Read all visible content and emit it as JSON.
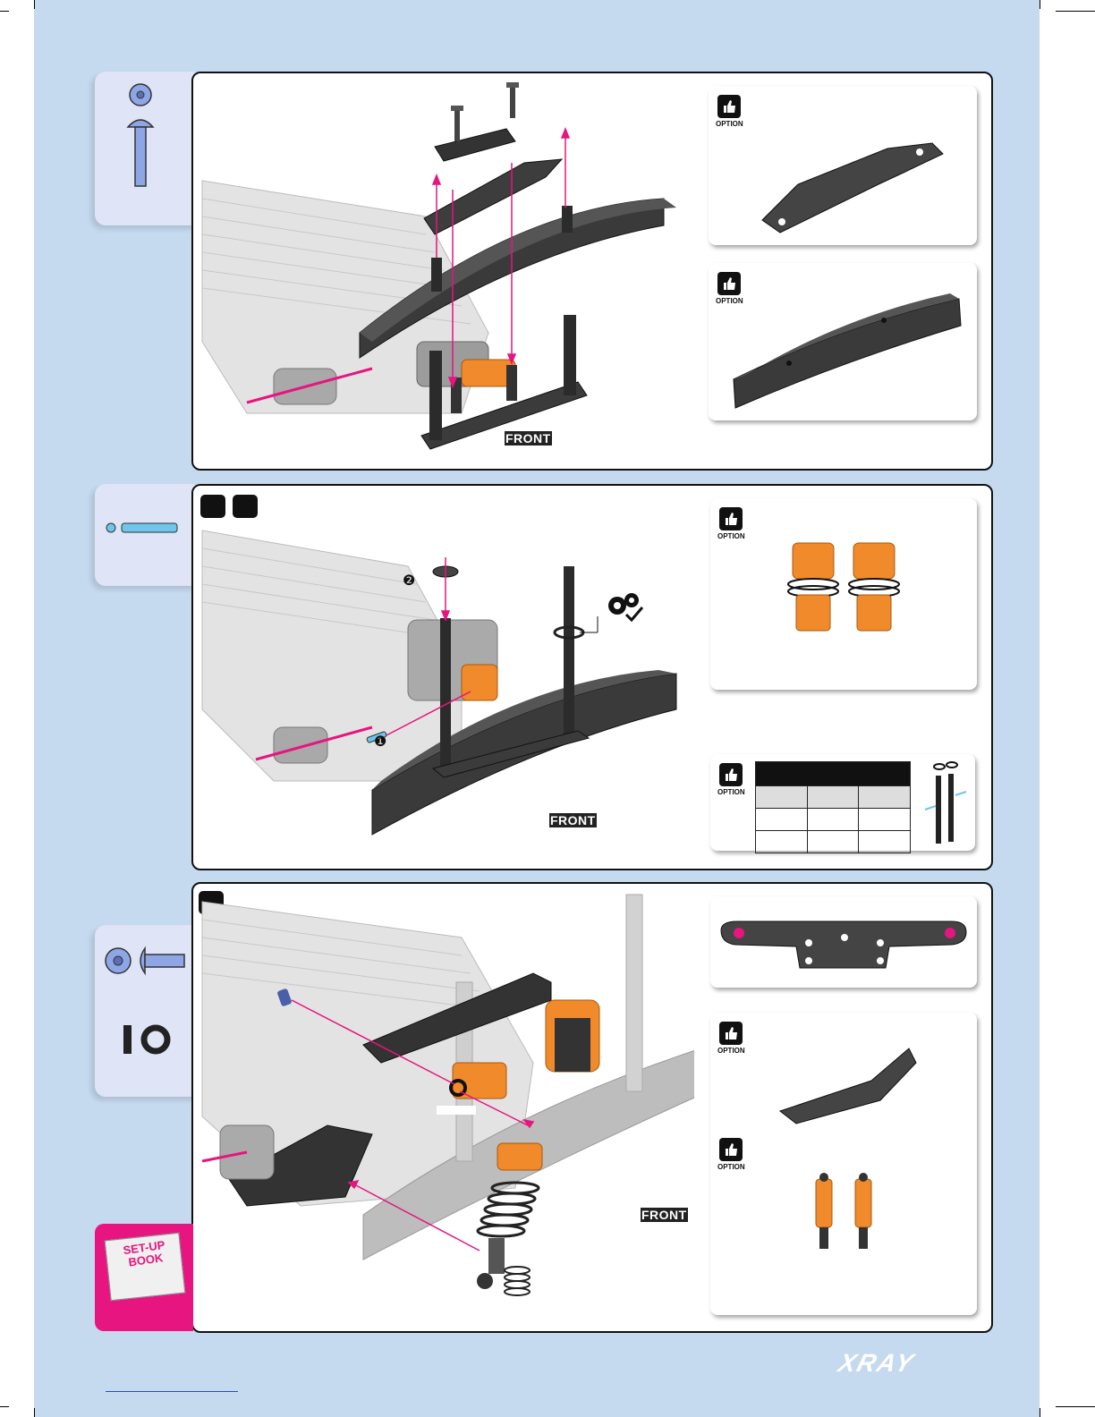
{
  "labels": {
    "front_1": "FRONT",
    "front_2": "FRONT",
    "front_3": "FRONT",
    "option": "OPTION",
    "step_1": "❶",
    "step_2": "❷",
    "setup_book_line1": "SET-UP",
    "setup_book_line2": "BOOK",
    "brand": "XRAY"
  },
  "colors": {
    "page_background": "#c5d9ef",
    "side_tab": "#dfe4f6",
    "highlight_arrow": "#e6157f",
    "aluminum_orange": "#f08a2a",
    "part_blue": "#8fa6e6"
  }
}
